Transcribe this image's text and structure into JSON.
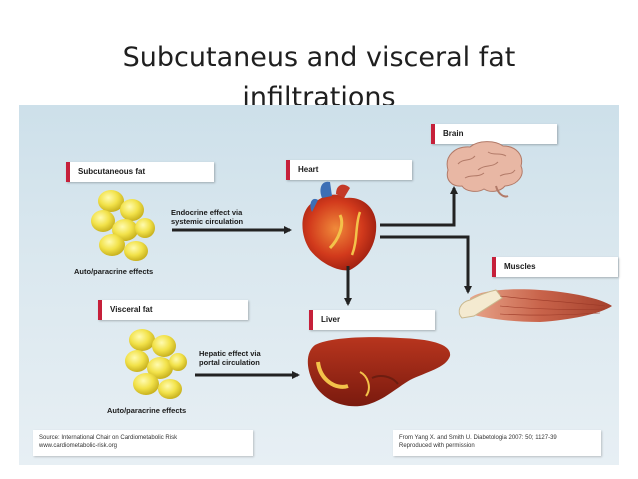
{
  "slide": {
    "title_line1": "Subcutaneus  and visceral fat",
    "title_line2": "infiltrations"
  },
  "diagram": {
    "labels": {
      "subcutaneous": "Subcutaneous fat",
      "visceral": "Visceral fat",
      "heart": "Heart",
      "brain": "Brain",
      "muscles": "Muscles",
      "liver": "Liver"
    },
    "effects": {
      "endocrine_line1": "Endocrine effect via",
      "endocrine_line2": "systemic circulation",
      "hepatic_line1": "Hepatic effect via",
      "hepatic_line2": "portal circulation",
      "auto_para_1": "Auto/paracrine effects",
      "auto_para_2": "Auto/paracrine effects"
    },
    "source_left": {
      "line1": "Source: International Chair on Cardiometabolic Risk",
      "line2": "www.cardiometabolic-risk.org"
    },
    "source_right": {
      "line1": "From Yang X. and Smith U. Diabetologia 2007: 50; 1127-39",
      "line2": "Reproduced with permission"
    }
  },
  "colors": {
    "accent_red": "#c6203a",
    "fat_yellow": "#f2e24a",
    "arrow": "#222222"
  }
}
